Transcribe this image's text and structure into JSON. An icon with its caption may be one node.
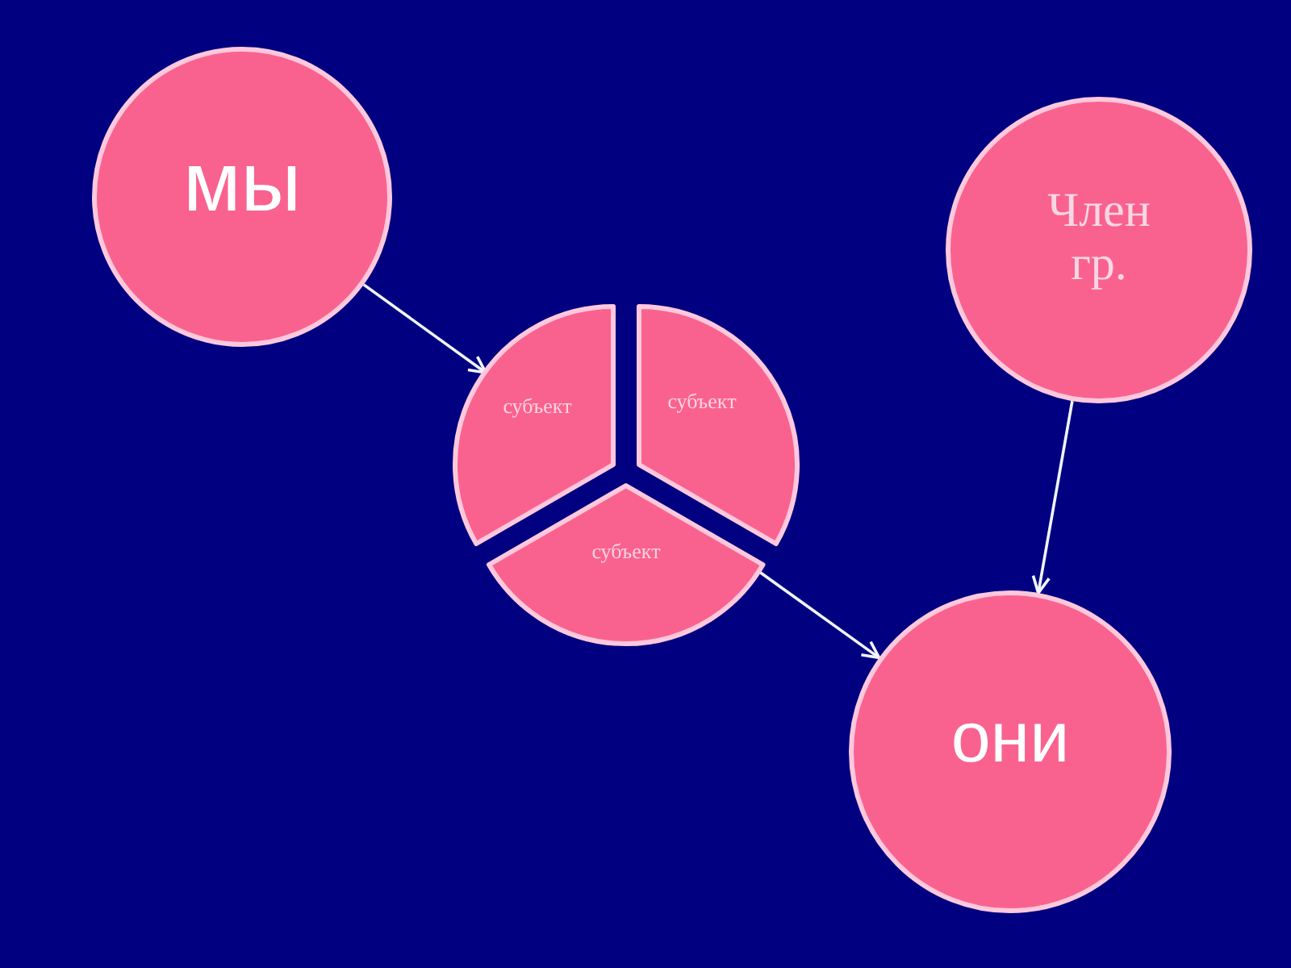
{
  "diagram": {
    "nodes": [
      {
        "text": [
          "мы"
        ]
      },
      {
        "text": [
          "Член гр."
        ]
      },
      {
        "text": [
          "субъект"
        ]
      },
      {
        "text": [
          "субъект"
        ]
      },
      {
        "text": [
          "субъект"
        ]
      },
      {
        "text": [
          "они"
        ]
      }
    ],
    "edges": [
      {
        "from": 0,
        "to": 2,
        "arrow": "to"
      },
      {
        "from": 4,
        "to": 5,
        "arrow": "to"
      },
      {
        "from": 1,
        "to": 5,
        "arrow": "to"
      }
    ]
  }
}
